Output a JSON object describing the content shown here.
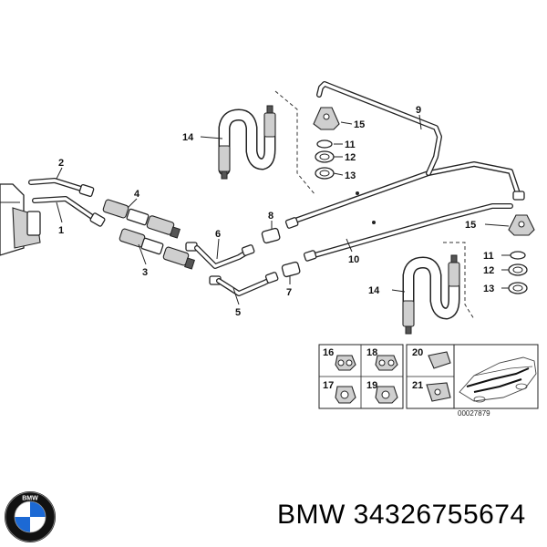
{
  "diagram": {
    "callouts": {
      "c1": "1",
      "c2": "2",
      "c3": "3",
      "c4": "4",
      "c5": "5",
      "c6": "6",
      "c7": "7",
      "c8": "8",
      "c9": "9",
      "c10": "10",
      "c11a": "11",
      "c12a": "12",
      "c13a": "13",
      "c14a": "14",
      "c15a": "15",
      "c11b": "11",
      "c12b": "12",
      "c13b": "13",
      "c14b": "14",
      "c15b": "15",
      "c16": "16",
      "c17": "17",
      "c18": "18",
      "c19": "19",
      "c20": "20",
      "c21": "21"
    },
    "reference_code": "00027879"
  },
  "footer": {
    "brand_logo_text": "BMW",
    "caption": "BMW 34326755674"
  },
  "colors": {
    "line": "#222222",
    "background": "#ffffff",
    "logo_blue": "#1c69d4",
    "logo_ring": "#111111"
  }
}
